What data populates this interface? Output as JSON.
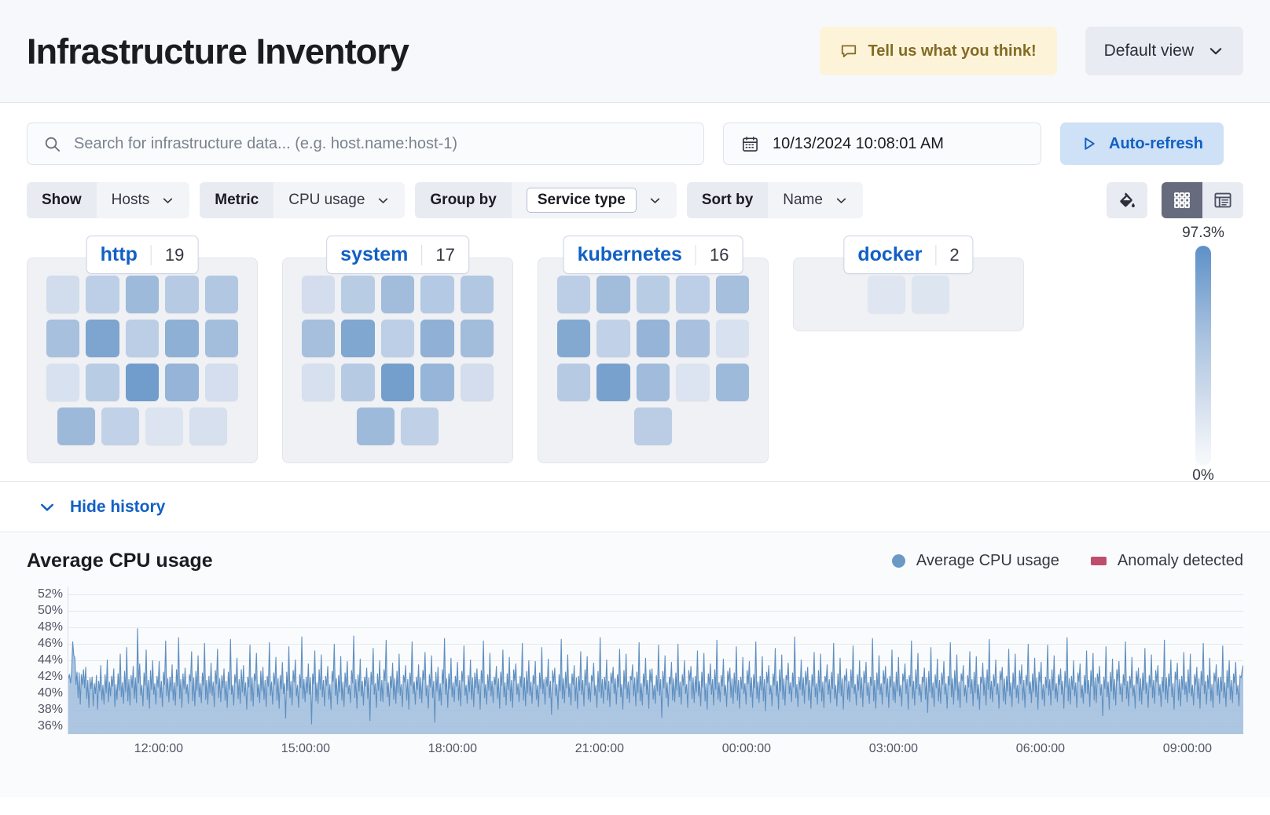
{
  "header": {
    "title": "Infrastructure Inventory",
    "feedback_label": "Tell us what you think!",
    "feedback_icon": "comment-icon",
    "view_label": "Default view",
    "view_icon": "chevron-down-icon"
  },
  "search": {
    "placeholder": "Search for infrastructure data... (e.g. host.name:host-1)",
    "value": "",
    "icon": "search-icon"
  },
  "datepicker": {
    "value": "10/13/2024 10:08:01 AM",
    "icon": "calendar-icon"
  },
  "autorefresh": {
    "label": "Auto-refresh",
    "icon": "play-icon"
  },
  "filters": [
    {
      "label": "Show",
      "value": "Hosts",
      "boxed": false
    },
    {
      "label": "Metric",
      "value": "CPU usage",
      "boxed": false
    },
    {
      "label": "Group by",
      "value": "Service type",
      "boxed": true
    },
    {
      "label": "Sort by",
      "value": "Name",
      "boxed": false
    }
  ],
  "view_controls": {
    "palette_icon": "color-fill-icon",
    "grid_icon": "grid-view-icon",
    "table_icon": "table-view-icon",
    "active": "grid"
  },
  "waffle": {
    "legend": {
      "max": "97.3%",
      "min": "0%"
    },
    "groups": [
      {
        "name": "http",
        "count": "19",
        "values": [
          28,
          40,
          57,
          44,
          46,
          52,
          75,
          41,
          66,
          54,
          24,
          43,
          82,
          62,
          26,
          58,
          38,
          22,
          25
        ]
      },
      {
        "name": "system",
        "count": "17",
        "values": [
          27,
          43,
          55,
          45,
          47,
          53,
          74,
          40,
          65,
          55,
          25,
          44,
          80,
          61,
          27,
          57,
          39
        ]
      },
      {
        "name": "kubernetes",
        "count": "16",
        "values": [
          41,
          55,
          43,
          40,
          53,
          72,
          38,
          62,
          51,
          24,
          44,
          78,
          56,
          22,
          57,
          42
        ]
      },
      {
        "name": "docker",
        "count": "2",
        "values": [
          20,
          21
        ]
      }
    ]
  },
  "history_toggle": {
    "label": "Hide history",
    "icon": "chevron-down-icon"
  },
  "chart_data": {
    "type": "area",
    "title": "Average CPU usage",
    "xlabel": "",
    "ylabel": "",
    "ylim": [
      35,
      53
    ],
    "ytick_labels": [
      "52%",
      "50%",
      "48%",
      "46%",
      "44%",
      "42%",
      "40%",
      "38%",
      "36%"
    ],
    "ytick_values": [
      52,
      50,
      48,
      46,
      44,
      42,
      40,
      38,
      36
    ],
    "xtick_labels": [
      "12:00:00",
      "15:00:00",
      "18:00:00",
      "21:00:00",
      "00:00:00",
      "03:00:00",
      "06:00:00",
      "09:00:00"
    ],
    "grid": true,
    "legend_position": "top-right",
    "series": [
      {
        "name": "Average CPU usage",
        "color": "#6a9ac4"
      },
      {
        "name": "Anomaly detected",
        "color": "#bd4f6c"
      }
    ],
    "values": [
      41.8,
      42.3,
      41.2,
      42.6,
      46.3,
      44.6,
      44.3,
      41.0,
      42.6,
      39.4,
      42.5,
      38.6,
      42.3,
      41.0,
      42.9,
      40.6,
      43.2,
      39.3,
      41.6,
      38.2,
      41.9,
      40.5,
      42.0,
      38.4,
      41.2,
      39.9,
      42.2,
      38.0,
      41.5,
      40.2,
      43.4,
      39.1,
      41.0,
      38.6,
      42.3,
      40.0,
      44.1,
      38.9,
      41.4,
      39.6,
      42.1,
      40.8,
      43.0,
      38.3,
      41.1,
      39.2,
      42.4,
      40.3,
      44.8,
      39.5,
      41.3,
      38.7,
      42.7,
      40.1,
      45.6,
      39.0,
      41.7,
      38.5,
      42.2,
      40.6,
      43.3,
      39.3,
      41.9,
      38.8,
      47.9,
      41.2,
      43.6,
      39.7,
      41.0,
      38.4,
      42.5,
      40.9,
      45.3,
      39.2,
      41.6,
      38.1,
      42.8,
      40.4,
      44.0,
      39.8,
      41.2,
      38.6,
      42.1,
      40.7,
      43.9,
      39.4,
      41.5,
      38.3,
      42.6,
      41.0,
      46.4,
      39.6,
      41.8,
      38.9,
      42.0,
      40.2,
      43.5,
      39.1,
      41.3,
      38.5,
      42.9,
      40.8,
      46.8,
      39.3,
      41.7,
      38.2,
      42.4,
      40.5,
      43.1,
      39.9,
      41.1,
      38.7,
      42.3,
      41.4,
      45.1,
      39.0,
      41.9,
      38.4,
      42.7,
      40.3,
      44.6,
      39.5,
      41.2,
      38.8,
      42.5,
      40.9,
      46.1,
      39.2,
      41.6,
      38.6,
      42.1,
      40.0,
      43.7,
      39.7,
      41.4,
      38.3,
      42.8,
      41.1,
      45.4,
      39.4,
      41.8,
      38.9,
      42.2,
      40.6,
      43.0,
      39.1,
      41.5,
      38.2,
      42.6,
      40.4,
      46.6,
      39.8,
      41.0,
      38.5,
      42.3,
      41.2,
      44.3,
      39.3,
      41.7,
      38.7,
      42.9,
      40.1,
      43.4,
      39.6,
      41.3,
      38.0,
      42.0,
      40.7,
      45.9,
      39.0,
      41.9,
      38.4,
      42.4,
      41.5,
      44.9,
      39.5,
      41.1,
      38.8,
      42.7,
      40.2,
      43.2,
      39.2,
      41.6,
      38.3,
      42.1,
      40.8,
      46.2,
      39.7,
      41.4,
      38.6,
      42.5,
      41.0,
      44.4,
      39.1,
      41.8,
      38.1,
      42.2,
      40.5,
      43.8,
      39.9,
      41.2,
      36.9,
      42.6,
      40.3,
      45.7,
      39.4,
      41.5,
      38.5,
      42.8,
      41.3,
      44.1,
      39.6,
      41.0,
      38.2,
      42.3,
      40.6,
      46.9,
      39.3,
      41.7,
      38.9,
      42.0,
      40.0,
      43.6,
      39.8,
      41.9,
      36.2,
      42.4,
      41.1,
      45.2,
      39.0,
      41.3,
      38.7,
      42.9,
      40.4,
      44.7,
      39.5,
      41.6,
      38.4,
      42.1,
      40.9,
      43.3,
      39.2,
      41.1,
      38.0,
      42.7,
      41.4,
      46.0,
      39.7,
      41.8,
      38.6,
      42.2,
      40.1,
      44.5,
      39.1,
      41.4,
      38.3,
      42.5,
      40.7,
      43.9,
      39.9,
      41.0,
      38.8,
      42.8,
      41.2,
      47.0,
      39.4,
      41.7,
      38.1,
      42.3,
      40.2,
      44.2,
      39.6,
      41.5,
      38.5,
      42.0,
      40.8,
      43.1,
      39.3,
      41.9,
      36.6,
      42.6,
      41.0,
      45.5,
      39.8,
      41.2,
      38.2,
      42.4,
      40.3,
      44.0,
      39.0,
      41.6,
      38.9,
      42.9,
      41.5,
      46.5,
      39.5,
      41.3,
      38.4,
      42.1,
      40.6,
      43.7,
      39.2,
      41.8,
      38.7,
      42.7,
      40.0,
      44.8,
      39.7,
      41.1,
      38.3,
      42.2,
      41.3,
      43.4,
      39.1,
      41.7,
      38.0,
      42.5,
      40.9,
      46.3,
      39.9,
      41.4,
      38.6,
      42.0,
      40.4,
      43.5,
      39.3,
      41.9,
      38.8,
      42.8,
      41.6,
      45.0,
      39.6,
      41.0,
      38.1,
      42.3,
      40.7,
      44.6,
      39.4,
      41.5,
      36.4,
      42.6,
      40.2,
      43.2,
      39.0,
      41.2,
      38.5,
      42.9,
      41.1,
      46.7,
      39.8,
      41.8,
      38.2,
      42.4,
      40.5,
      44.3,
      39.5,
      41.3,
      38.9,
      42.1,
      40.8,
      43.8,
      39.1,
      41.6,
      38.4,
      42.7,
      41.4,
      45.8,
      39.7,
      41.0,
      38.7,
      42.2,
      40.1,
      44.1,
      39.2,
      41.9,
      38.3,
      42.5,
      40.6,
      43.0,
      39.9,
      41.7,
      38.0,
      42.8,
      41.2,
      46.4,
      39.4,
      41.1,
      38.6,
      42.3,
      40.3,
      44.9,
      39.6,
      41.5,
      38.8,
      42.0,
      41.0,
      43.3,
      39.3,
      41.8,
      38.1,
      42.6,
      40.9,
      45.3,
      39.5,
      41.3,
      38.5,
      42.4,
      40.4,
      44.4,
      39.0,
      41.6,
      38.2,
      42.9,
      41.5,
      43.6,
      39.8,
      41.2,
      38.9,
      42.1,
      40.7,
      46.1,
      39.1,
      41.9,
      38.4,
      42.7,
      40.0,
      44.0,
      39.7,
      41.4,
      38.7,
      42.2,
      41.1,
      43.9,
      39.2,
      41.0,
      38.3,
      42.5,
      40.5,
      45.6,
      39.9,
      41.7,
      38.6,
      42.0,
      40.8,
      44.2,
      39.4,
      41.5,
      37.4,
      42.8,
      41.3,
      43.1,
      39.6,
      41.1,
      38.0,
      42.3,
      40.2,
      46.6,
      39.3,
      41.8,
      38.8,
      42.6,
      40.6,
      44.7,
      39.5,
      41.2,
      38.5,
      42.4,
      41.0,
      43.4,
      39.0,
      41.9,
      38.1,
      42.1,
      40.3,
      45.1,
      39.8,
      41.6,
      38.4,
      42.9,
      40.9,
      44.5,
      39.2,
      41.3,
      38.9,
      42.2,
      41.4,
      43.7,
      39.7,
      41.0,
      38.2,
      42.7,
      40.1,
      46.8,
      39.4,
      41.7,
      38.7,
      42.0,
      40.4,
      44.1,
      39.1,
      41.5,
      38.3,
      42.5,
      41.2,
      43.2,
      39.9,
      41.8,
      38.6,
      42.3,
      40.7,
      45.4,
      39.5,
      41.1,
      38.0,
      42.8,
      40.5,
      44.8,
      39.3,
      41.4,
      38.8,
      42.1,
      41.6,
      43.5,
      39.6,
      41.9,
      38.4,
      42.6,
      40.0,
      46.2,
      39.0,
      41.2,
      38.5,
      42.4,
      40.8,
      44.3,
      39.8,
      41.6,
      38.1,
      42.9,
      41.3,
      43.0,
      39.2,
      41.0,
      38.7,
      42.2,
      40.2,
      45.9,
      39.7,
      41.7,
      37.0,
      42.7,
      40.6,
      44.6,
      39.4,
      41.3,
      38.3,
      42.0,
      41.1,
      43.8,
      39.1,
      41.8,
      38.9,
      42.5,
      40.3,
      46.0,
      39.5,
      41.4,
      38.6,
      42.3,
      40.9,
      44.0,
      39.9,
      41.1,
      38.2,
      42.8,
      41.5,
      43.3,
      39.3,
      41.9,
      38.8,
      42.1,
      40.1,
      45.2,
      39.6,
      41.5,
      38.4,
      42.6,
      40.7,
      44.9,
      39.0,
      41.2,
      38.0,
      42.4,
      41.0,
      43.6,
      39.8,
      41.7,
      38.5,
      42.9,
      40.4,
      46.5,
      39.2,
      41.3,
      38.9,
      42.2,
      40.8,
      44.2,
      39.7,
      41.0,
      38.3,
      42.7,
      41.4,
      43.1,
      39.4,
      41.8,
      38.7,
      42.5,
      40.0,
      45.7,
      39.1,
      41.6,
      38.1,
      42.0,
      40.5,
      44.4,
      39.9,
      41.2,
      38.6,
      42.8,
      41.1,
      43.9,
      39.5,
      41.9,
      38.2,
      42.3,
      40.6,
      46.3,
      39.3,
      41.4,
      38.8,
      42.1,
      40.3,
      44.5,
      39.0,
      41.7,
      37.8,
      42.6,
      41.2,
      43.4,
      39.8,
      41.0,
      38.4,
      42.4,
      40.9,
      45.5,
      39.6,
      41.5,
      38.0,
      42.9,
      40.2,
      44.7,
      39.2,
      41.8,
      38.5,
      42.2,
      41.6,
      43.7,
      39.9,
      41.3,
      38.9,
      42.5,
      40.7,
      46.9,
      39.4,
      41.1,
      38.3,
      42.0,
      40.4,
      44.1,
      39.7,
      41.9,
      38.7,
      42.7,
      41.0,
      43.2,
      39.1,
      41.6,
      38.1,
      42.3,
      40.8,
      45.0,
      39.5,
      41.2,
      38.6,
      42.8,
      40.1,
      44.8,
      39.0,
      41.4,
      38.2,
      42.1,
      41.3,
      43.5,
      39.8,
      41.7,
      38.8,
      42.6,
      40.5,
      46.1,
      39.3,
      41.0,
      38.4,
      42.4,
      40.0,
      44.3,
      39.6,
      41.8,
      38.0,
      42.2,
      41.5,
      43.0,
      39.2,
      41.5,
      38.9,
      42.9,
      40.6,
      45.8,
      39.9,
      41.1,
      38.5,
      42.3,
      40.3,
      44.0,
      39.4,
      41.9,
      38.3,
      42.7,
      41.2,
      43.8,
      39.7,
      41.3,
      38.7,
      42.0,
      40.9,
      46.7,
      39.0,
      41.6,
      38.1,
      42.5,
      40.4,
      44.6,
      39.8,
      41.2,
      38.6,
      42.8,
      41.1,
      43.3,
      39.5,
      41.8,
      38.2,
      42.1,
      40.7,
      45.3,
      39.1,
      41.4,
      38.8,
      42.6,
      40.2,
      44.4,
      39.6,
      41.0,
      38.4,
      42.4,
      41.4,
      43.6,
      39.9,
      41.7,
      38.0,
      42.2,
      40.8,
      46.4,
      39.3,
      41.5,
      38.5,
      42.9,
      40.5,
      44.9,
      39.7,
      41.1,
      38.9,
      42.0,
      41.3,
      43.1,
      39.2,
      41.9,
      37.6,
      42.7,
      40.1,
      45.6,
      39.4,
      41.3,
      38.3,
      42.3,
      40.6,
      44.2,
      39.0,
      41.6,
      38.7,
      42.5,
      41.0,
      43.9,
      39.8,
      41.2,
      38.1,
      42.1,
      40.9,
      46.2,
      39.5,
      41.8,
      38.6,
      42.8,
      40.3,
      44.7,
      39.1,
      41.4,
      38.2,
      42.4,
      41.5,
      43.4,
      39.6,
      41.0,
      38.8,
      42.2,
      40.7,
      45.1,
      39.9,
      41.7,
      38.4,
      42.6,
      40.0,
      44.5,
      39.2,
      41.1,
      38.0,
      42.0,
      41.2,
      43.7,
      39.7,
      41.9,
      38.5,
      42.9,
      40.4,
      46.6,
      39.3,
      41.5,
      38.9,
      42.3,
      40.8,
      44.1,
      39.8,
      41.2,
      38.1,
      42.7,
      41.6,
      43.2,
      39.0,
      41.8,
      38.6,
      42.1,
      40.2,
      45.4,
      39.6,
      41.3,
      38.3,
      42.5,
      40.5,
      44.8,
      39.4,
      41.0,
      38.7,
      42.8,
      41.1,
      43.5,
      39.1,
      41.6,
      38.2,
      42.2,
      40.9,
      46.0,
      39.9,
      41.4,
      38.8,
      42.4,
      40.1,
      44.3,
      39.5,
      41.9,
      38.0,
      42.6,
      41.3,
      43.8,
      39.2,
      41.1,
      38.4,
      42.0,
      40.6,
      45.9,
      39.7,
      41.7,
      38.5,
      42.9,
      40.3,
      44.6,
      39.3,
      41.2,
      38.9,
      42.3,
      41.0,
      43.0,
      39.8,
      41.5,
      38.1,
      42.7,
      40.7,
      46.8,
      39.0,
      41.8,
      38.6,
      42.1,
      40.4,
      44.0,
      39.6,
      41.3,
      38.2,
      42.5,
      41.4,
      43.6,
      39.4,
      41.0,
      38.7,
      42.2,
      40.0,
      45.2,
      39.9,
      41.6,
      38.3,
      42.8,
      40.8,
      44.9,
      39.1,
      41.9,
      38.8,
      42.4,
      41.2,
      43.3,
      39.7,
      41.1,
      37.2,
      42.0,
      40.5,
      45.7,
      39.5,
      41.4,
      38.0,
      42.6,
      40.2,
      44.2,
      39.2,
      41.7,
      38.5,
      42.9,
      41.5,
      43.9,
      39.8,
      41.2,
      38.9,
      42.3,
      40.9,
      46.3,
      39.3,
      41.5,
      38.4,
      42.1,
      40.6,
      44.4,
      39.6,
      41.0,
      38.1,
      42.7,
      41.1,
      43.1,
      39.0,
      41.8,
      38.6,
      42.5,
      40.3,
      45.5,
      39.9,
      41.3,
      38.2,
      42.2,
      40.7,
      44.7,
      39.4,
      41.6,
      38.7,
      42.8,
      41.3,
      43.4,
      39.7,
      41.1,
      38.3,
      42.0,
      40.1,
      46.5,
      39.2,
      41.9,
      38.8,
      42.4,
      40.8,
      44.1,
      39.5,
      41.2,
      38.0,
      42.6,
      41.6,
      43.7,
      39.1,
      41.7,
      38.4,
      42.1,
      40.4,
      45.0,
      39.8,
      41.4,
      38.9,
      42.9,
      40.0,
      44.8,
      39.6,
      41.0,
      38.5,
      42.3,
      41.0,
      43.2,
      39.3,
      41.8,
      38.1,
      42.7,
      40.9,
      46.1,
      39.9,
      41.5,
      38.6,
      42.2,
      40.5,
      44.3,
      39.0,
      41.1,
      38.2,
      42.5,
      41.4,
      43.5,
      39.7,
      41.9,
      38.7,
      42.0,
      40.2,
      45.8,
      39.4,
      41.3,
      38.3,
      42.8,
      40.6,
      44.0,
      39.2,
      41.6,
      38.8,
      42.4,
      41.2,
      43.8,
      39.8,
      41.0,
      38.4,
      42.1,
      41.9,
      42.8,
      43.4
    ]
  }
}
